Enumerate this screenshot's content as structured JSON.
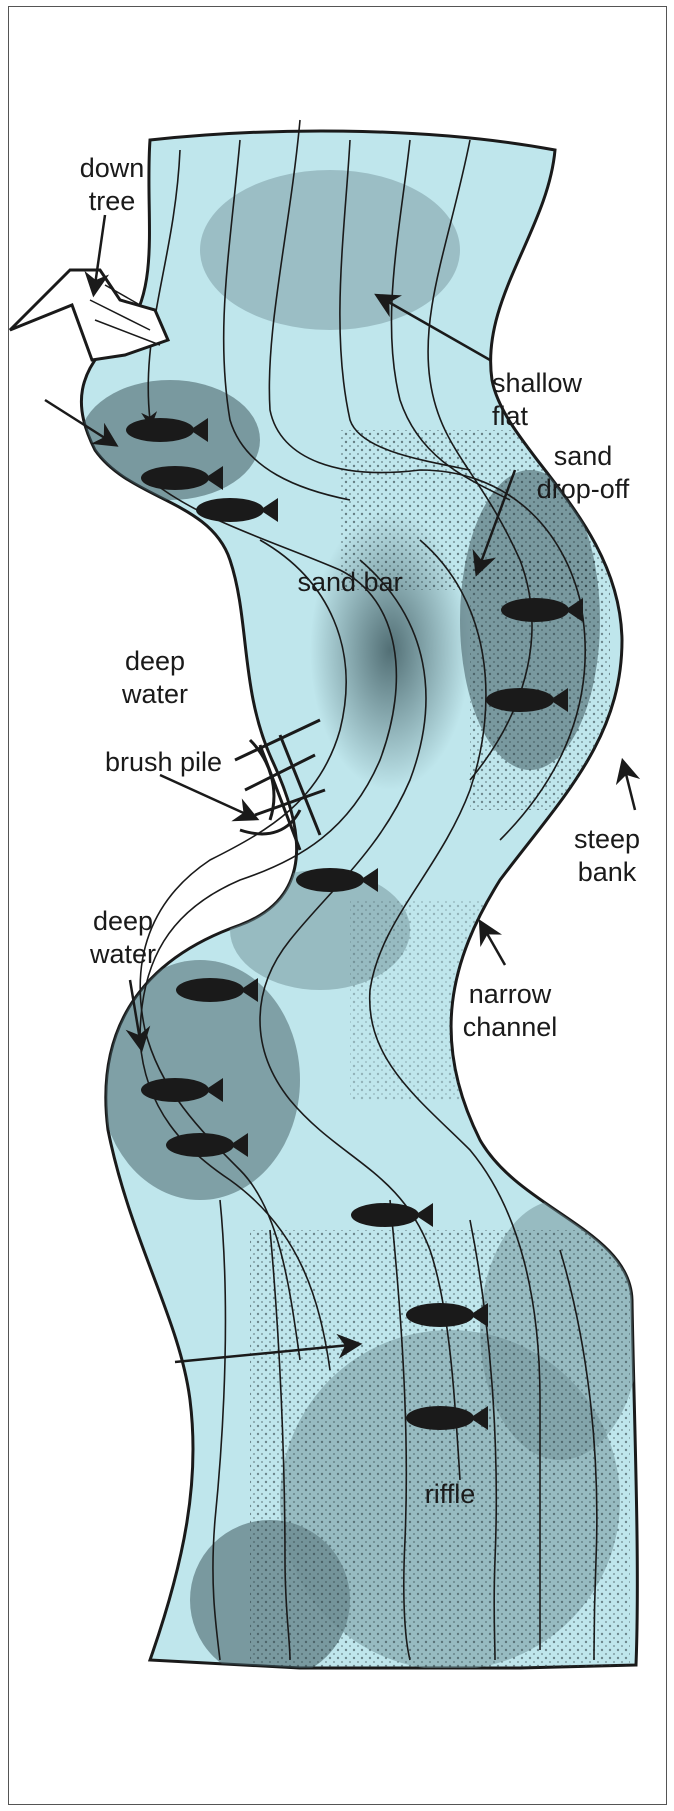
{
  "labels": {
    "down_tree": "down\ntree",
    "shallow_flat": "shallow\nflat",
    "sand_drop_off": "sand\ndrop-off",
    "sand_bar": "sand bar",
    "deep_water_upper": "deep\nwater",
    "brush_pile": "brush pile",
    "steep_bank": "steep\nbank",
    "deep_water_lower": "deep\nwater",
    "narrow_channel": "narrow\nchannel",
    "riffle": "riffle"
  },
  "colors": {
    "water_light": "#bfe6ec",
    "water_mid": "#8fb8c0",
    "water_dark": "#3f5a60",
    "bank_line": "#1a1a1a"
  }
}
